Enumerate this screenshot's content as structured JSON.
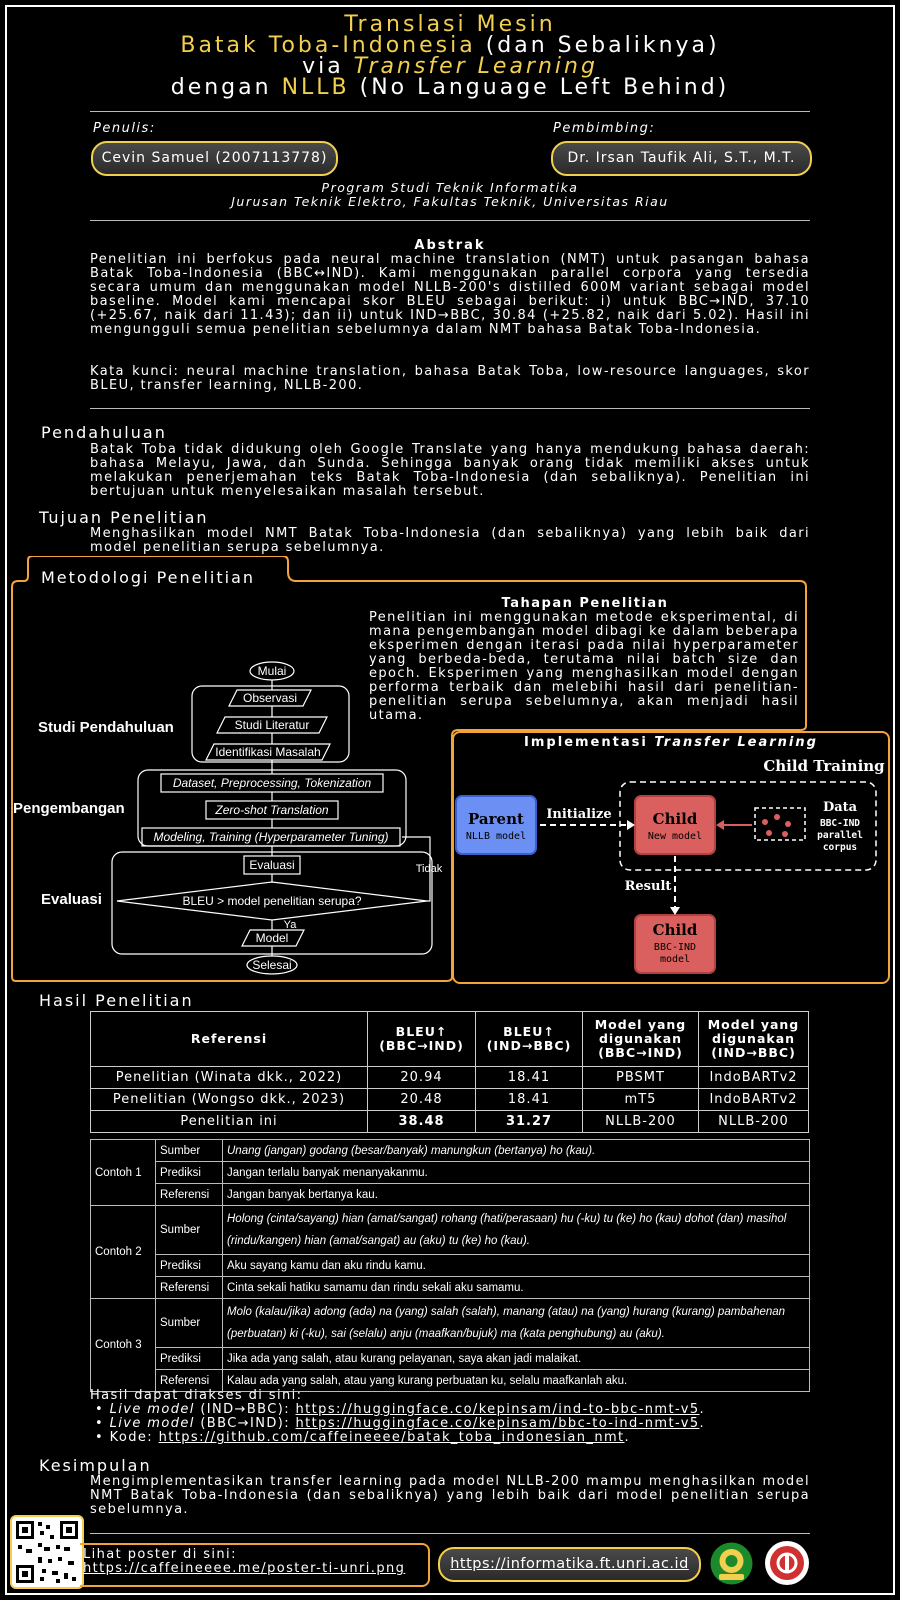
{
  "title": {
    "line1": "Translasi Mesin",
    "line2a": "Batak Toba-Indonesia",
    "line2b": " (dan Sebaliknya)",
    "line3a": "via ",
    "line3b": "Transfer Learning",
    "line4a": "dengan ",
    "line4b": "NLLB",
    "line4c": " (No Language Left Behind)"
  },
  "authors": {
    "penulis_label": "Penulis:",
    "penulis": "Cevin Samuel (2007113778)",
    "pembimbing_label": "Pembimbing:",
    "pembimbing": "Dr. Irsan Taufik Ali, S.T., M.T."
  },
  "affiliation": {
    "line1": "Program Studi Teknik Informatika",
    "line2": "Jurusan Teknik Elektro, Fakultas Teknik, Universitas Riau"
  },
  "abstract": {
    "heading": "Abstrak",
    "p1": "Penelitian ini berfokus pada neural machine translation (NMT) untuk pasangan bahasa Batak Toba-Indonesia (BBC↔IND). Kami menggunakan parallel corpora yang tersedia secara umum dan menggunakan model NLLB-200's distilled 600M variant sebagai model baseline. Model kami mencapai skor BLEU sebagai berikut: i) untuk BBC→IND, 37.10 (+25.67, naik dari 11.43); dan ii) untuk IND→BBC, 30.84 (+25.82, naik dari 5.02). Hasil ini mengungguli semua penelitian sebelumnya dalam NMT bahasa Batak Toba-Indonesia.",
    "p2": "Kata kunci: neural machine translation, bahasa Batak Toba, low-resource languages, skor BLEU, transfer learning, NLLB-200."
  },
  "pendahuluan": {
    "heading": "Pendahuluan",
    "text": "Batak Toba tidak didukung oleh Google Translate yang hanya mendukung bahasa daerah: bahasa Melayu, Jawa, dan Sunda. Sehingga banyak orang tidak memiliki akses untuk melakukan penerjemahan teks Batak Toba-Indonesia (dan sebaliknya). Penelitian ini bertujuan untuk menyelesaikan masalah tersebut."
  },
  "tujuan": {
    "heading": "Tujuan Penelitian",
    "text": "Menghasilkan model NMT Batak Toba-Indonesia (dan sebaliknya) yang lebih baik dari model penelitian serupa sebelumnya."
  },
  "metodologi": {
    "heading": "Metodologi Penelitian",
    "tahapan_heading": "Tahapan Penelitian",
    "tahapan_text": "Penelitian ini menggunakan metode eksperimental, di mana pengembangan model dibagi ke dalam beberapa eksperimen dengan iterasi pada nilai hyperparameter yang berbeda-beda, terutama nilai batch size dan epoch. Eksperimen yang menghasilkan model dengan performa terbaik dan melebihi hasil dari penelitian-penelitian serupa sebelumnya, akan menjadi hasil utama.",
    "flow": {
      "mulai": "Mulai",
      "observasi": "Observasi",
      "studi_literatur": "Studi Literatur",
      "identifikasi": "Identifikasi Masalah",
      "group1": "Studi Pendahuluan",
      "dataset": "Dataset, Preprocessing, Tokenization",
      "zeroshot": "Zero-shot Translation",
      "modeling": "Modeling, Training (Hyperparameter Tuning)",
      "group2": "Pengembangan",
      "evaluasi": "Evaluasi",
      "bleu": "BLEU > model penelitian serupa?",
      "tidak": "Tidak",
      "ya": "Ya",
      "model": "Model",
      "selesai": "Selesai",
      "group3": "Evaluasi"
    },
    "tl": {
      "heading_a": "Implementasi ",
      "heading_b": "Transfer Learning",
      "child_training": "Child Training",
      "parent": "Parent",
      "parent_sub": "NLLB model",
      "initialize": "Initialize",
      "child": "Child",
      "child_sub": "New model",
      "data": "Data",
      "data_sub1": "BBC-IND",
      "data_sub2": "parallel",
      "data_sub3": "corpus",
      "result": "Result",
      "child2": "Child",
      "child2_sub1": "BBC-IND",
      "child2_sub2": "model"
    }
  },
  "hasil": {
    "heading": "Hasil Penelitian",
    "table": {
      "headers": [
        "Referensi",
        "BLEU↑",
        "(BBC→IND)",
        "BLEU↑",
        "(IND→BBC)",
        "Model yang digunakan",
        "(BBC→IND)",
        "Model yang digunakan",
        "(IND→BBC)"
      ],
      "rows": [
        [
          "Penelitian (Winata dkk., 2022)",
          "20.94",
          "18.41",
          "PBSMT",
          "IndoBARTv2"
        ],
        [
          "Penelitian (Wongso dkk., 2023)",
          "20.48",
          "18.41",
          "mT5",
          "IndoBARTv2"
        ],
        [
          "Penelitian ini",
          "38.48",
          "31.27",
          "NLLB-200",
          "NLLB-200"
        ]
      ]
    },
    "examples": [
      {
        "label": "Contoh 1",
        "sumber_label": "Sumber",
        "sumber": "Unang (jangan) godang (besar/banyak) manungkun (bertanya) ho (kau).",
        "prediksi_label": "Prediksi",
        "prediksi": "Jangan terlalu banyak menanyakanmu.",
        "referensi_label": "Referensi",
        "referensi": "Jangan banyak bertanya kau."
      },
      {
        "label": "Contoh 2",
        "sumber_label": "Sumber",
        "sumber": "Holong (cinta/sayang) hian (amat/sangat) rohang (hati/perasaan) hu (-ku) tu (ke) ho (kau) dohot (dan) masihol (rindu/kangen) hian (amat/sangat) au (aku) tu (ke) ho (kau).",
        "prediksi_label": "Prediksi",
        "prediksi": "Aku sayang kamu dan aku rindu kamu.",
        "referensi_label": "Referensi",
        "referensi": "Cinta sekali hatiku samamu dan rindu sekali aku samamu."
      },
      {
        "label": "Contoh 3",
        "sumber_label": "Sumber",
        "sumber": "Molo (kalau/jika) adong (ada) na (yang) salah (salah), manang (atau) na (yang) hurang (kurang) pambahenan (perbuatan) ki (-ku), sai (selalu) anju (maafkan/bujuk) ma (kata penghubung) au (aku).",
        "prediksi_label": "Prediksi",
        "prediksi": "Jika ada yang salah, atau kurang pelayanan, saya akan jadi malaikat.",
        "referensi_label": "Referensi",
        "referensi": "Kalau ada yang salah, atau yang kurang perbuatan ku, selalu maafkanlah aku."
      }
    ],
    "links_intro": "Hasil dapat diakses di sini:",
    "links": [
      {
        "label_a": "Live model",
        "label_b": " (IND→BBC): ",
        "url": "https://huggingface.co/kepinsam/ind-to-bbc-nmt-v5",
        "end": "."
      },
      {
        "label_a": "Live model",
        "label_b": " (BBC→IND): ",
        "url": "https://huggingface.co/kepinsam/bbc-to-ind-nmt-v5",
        "end": "."
      },
      {
        "label_a": "",
        "label_b": "Kode: ",
        "url": "https://github.com/caffeineeee/batak_toba_indonesian_nmt",
        "end": "."
      }
    ]
  },
  "kesimpulan": {
    "heading": "Kesimpulan",
    "text": "Mengimplementasikan transfer learning pada model NLLB-200 mampu menghasilkan model NMT Batak Toba-Indonesia (dan sebaliknya) yang lebih baik dari model penelitian serupa sebelumnya."
  },
  "footer": {
    "poster_line1": "Lihat poster di sini:",
    "poster_url": "https://caffeineeee.me/poster-ti-unri.png",
    "site": "https://informatika.ft.unri.ac.id"
  },
  "colors": {
    "accent_yellow": "#f2cf4e",
    "accent_orange": "#f2a33a",
    "parent_blue": "#6b8ff2",
    "child_red": "#d9605e"
  }
}
